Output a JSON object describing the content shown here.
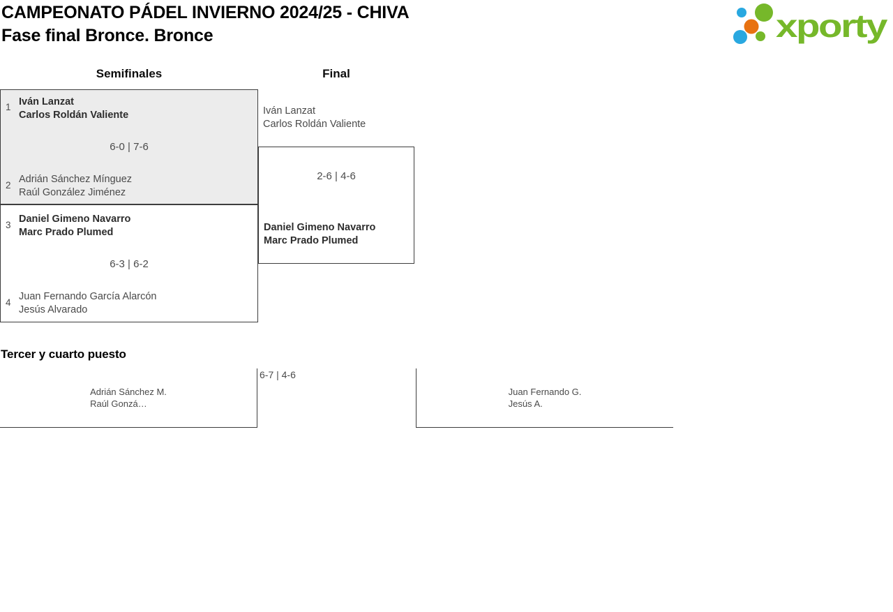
{
  "header": {
    "title": "CAMPEONATO PÁDEL INVIERNO 2024/25 - CHIVA",
    "subtitle": "Fase final Bronce. Bronce",
    "logo": {
      "wordmark": "xporty",
      "green": "#76b82a",
      "blue": "#29a8e0",
      "orange": "#e87211"
    }
  },
  "bracket": {
    "rounds": [
      {
        "label": "Semifinales"
      },
      {
        "label": "Final"
      }
    ],
    "semifinals": [
      {
        "top": {
          "seed": "1",
          "players": [
            "Iván Lanzat",
            "Carlos Roldán Valiente"
          ],
          "winner": true
        },
        "score": "6-0 | 7-6",
        "bottom": {
          "seed": "2",
          "players": [
            "Adrián Sánchez Mínguez",
            "Raúl González Jiménez"
          ],
          "winner": false
        }
      },
      {
        "top": {
          "seed": "3",
          "players": [
            "Daniel Gimeno Navarro",
            "Marc Prado Plumed"
          ],
          "winner": true
        },
        "score": "6-3 | 6-2",
        "bottom": {
          "seed": "4",
          "players": [
            "Juan Fernando García Alarcón",
            "Jesús Alvarado"
          ],
          "winner": false
        }
      }
    ],
    "final": {
      "top": {
        "players": [
          "Iván Lanzat",
          "Carlos Roldán Valiente"
        ],
        "winner": false
      },
      "score": "2-6 | 4-6",
      "bottom": {
        "players": [
          "Daniel Gimeno Navarro",
          "Marc Prado Plumed"
        ],
        "winner": true
      }
    }
  },
  "third_place": {
    "heading": "Tercer y cuarto puesto",
    "score": "6-7 | 4-6",
    "left_team": {
      "players": [
        "Adrián Sánchez M.",
        "Raúl Gonzá…"
      ]
    },
    "right_team": {
      "players": [
        "Juan Fernando G.",
        "Jesús A."
      ]
    }
  }
}
